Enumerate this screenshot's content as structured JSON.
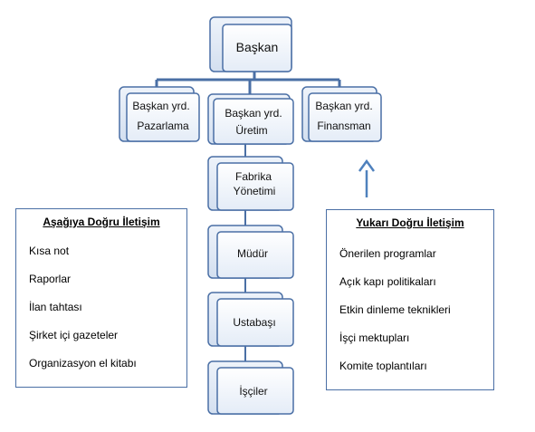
{
  "org_chart": {
    "top": "Başkan",
    "vice_presidents": [
      {
        "line1": "Başkan yrd.",
        "line2": "Pazarlama"
      },
      {
        "line1": "Başkan yrd.",
        "line2": "Üretim"
      },
      {
        "line1": "Başkan yrd.",
        "line2": "Finansman"
      }
    ],
    "chain": [
      {
        "line1": "Fabrika",
        "line2": "Yönetimi"
      },
      {
        "line1": "Müdür",
        "line2": ""
      },
      {
        "line1": "Ustabaşı",
        "line2": ""
      },
      {
        "line1": "İşçiler",
        "line2": ""
      }
    ]
  },
  "downward": {
    "title": "Aşağıya Doğru İletişim",
    "items": [
      "Kısa not",
      "Raporlar",
      "İlan tahtası",
      "Şirket içi gazeteler",
      "Organizasyon el kitabı"
    ]
  },
  "upward": {
    "title": "Yukarı Doğru İletişim",
    "items": [
      "Önerilen programlar",
      "Açık kapı politikaları",
      "Etkin dinleme teknikleri",
      "İşçi mektupları",
      "Komite toplantıları"
    ]
  },
  "colors": {
    "box_border": "#4a6fa5",
    "box_fill_light": "#ffffff",
    "box_fill_blue": "#dbe5f1",
    "connector": "#4a6fa5",
    "arrow": "#4f81bd"
  }
}
